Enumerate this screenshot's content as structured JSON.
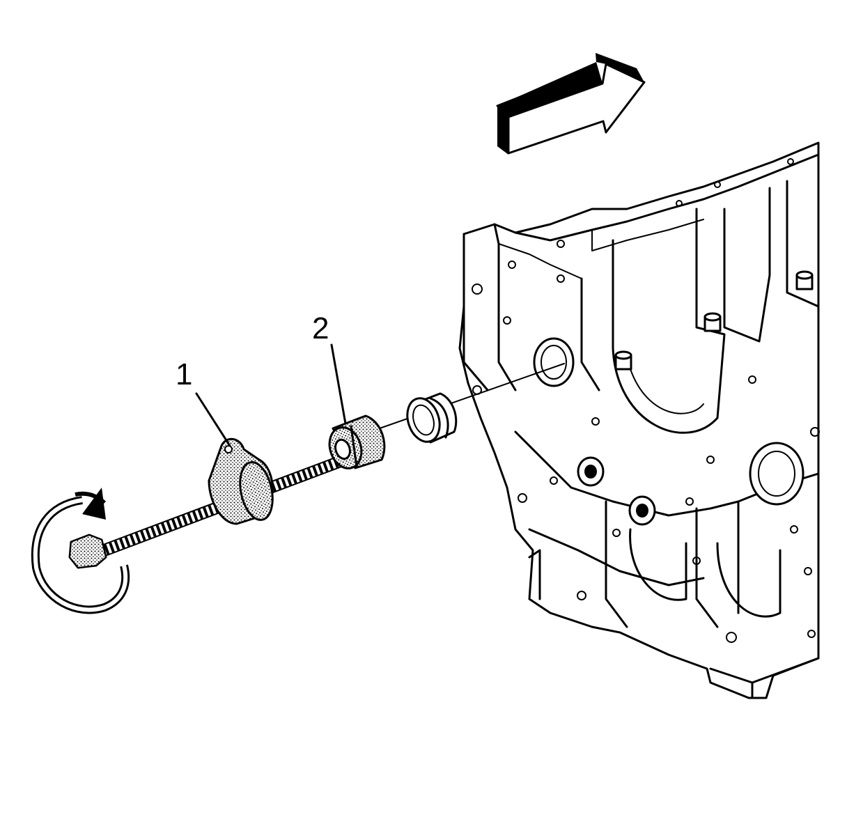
{
  "callouts": [
    {
      "id": "1",
      "label": "1"
    },
    {
      "id": "2",
      "label": "2"
    }
  ],
  "colors": {
    "ink": "#000000",
    "paper": "#ffffff"
  },
  "icons": [
    "direction-arrow-icon",
    "rotation-arrow-icon"
  ]
}
